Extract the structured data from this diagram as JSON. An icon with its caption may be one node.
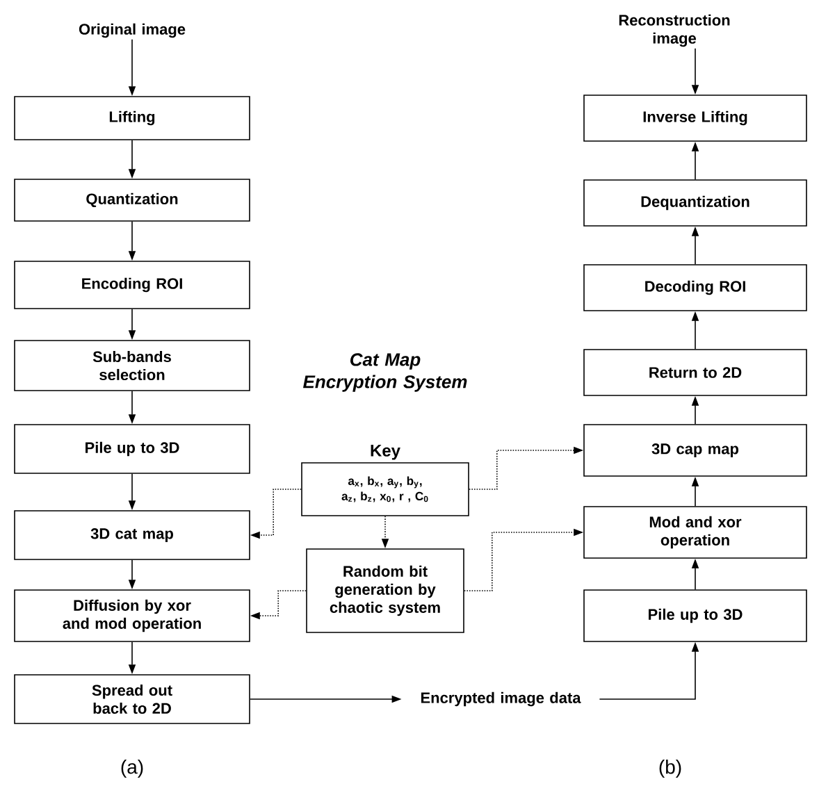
{
  "diagram": {
    "nodes": [
      {
        "text": [
          "Original image"
        ]
      },
      {
        "text": [
          "Lifting"
        ]
      },
      {
        "text": [
          "Quantization"
        ]
      },
      {
        "text": [
          "Encoding ROI"
        ]
      },
      {
        "text": [
          "Sub-bands selection"
        ]
      },
      {
        "text": [
          "Pile up to 3D"
        ]
      },
      {
        "text": [
          "3D cat map"
        ]
      },
      {
        "text": [
          "Diffusion by xor and mod operation"
        ]
      },
      {
        "text": [
          "Spread out back to 2D"
        ]
      },
      {
        "text": [
          "Key",
          "a$_{x}$, b$_{x}$, a$_{y}$, b$_{y}$, a$_{z}$, b$_{z}$, x$_{0}$, r , C$_{0}$"
        ]
      },
      {
        "text": [
          "Random bit generation by chaotic system"
        ]
      },
      {
        "text": [
          "Encrypted image data"
        ]
      },
      {
        "text": [
          "Reconstruction image"
        ]
      },
      {
        "text": [
          "Inverse Lifting"
        ]
      },
      {
        "text": [
          "Dequantization"
        ]
      },
      {
        "text": [
          "Decoding ROI"
        ]
      },
      {
        "text": [
          "Return to 2D"
        ]
      },
      {
        "text": [
          "3D cap map"
        ]
      },
      {
        "text": [
          "Mod and xor operation"
        ]
      },
      {
        "text": [
          "Pile up to 3D"
        ]
      }
    ],
    "edges": [
      {
        "from": 0,
        "to": 1,
        "arrow": "to"
      },
      {
        "from": 1,
        "to": 2,
        "arrow": "to"
      },
      {
        "from": 2,
        "to": 3,
        "arrow": "to"
      },
      {
        "from": 3,
        "to": 4,
        "arrow": "to"
      },
      {
        "from": 4,
        "to": 5,
        "arrow": "to"
      },
      {
        "from": 5,
        "to": 6,
        "arrow": "to"
      },
      {
        "from": 6,
        "to": 7,
        "arrow": "to"
      },
      {
        "from": 7,
        "to": 8,
        "arrow": "to"
      },
      {
        "from": 9,
        "to": 6,
        "arrow": "to",
        "style": "dashed"
      },
      {
        "from": 9,
        "to": 10,
        "arrow": "to",
        "style": "dashed"
      },
      {
        "from": 10,
        "to": 7,
        "arrow": "to",
        "style": "dashed"
      },
      {
        "from": 9,
        "to": 17,
        "arrow": "to",
        "style": "dashed"
      },
      {
        "from": 10,
        "to": 18,
        "arrow": "to",
        "style": "dashed"
      },
      {
        "from": 8,
        "to": 11,
        "arrow": "to"
      },
      {
        "from": 11,
        "to": 19,
        "arrow": "to"
      },
      {
        "from": 19,
        "to": 18,
        "arrow": "to"
      },
      {
        "from": 18,
        "to": 17,
        "arrow": "to"
      },
      {
        "from": 17,
        "to": 16,
        "arrow": "to"
      },
      {
        "from": 16,
        "to": 15,
        "arrow": "to"
      },
      {
        "from": 15,
        "to": 14,
        "arrow": "to"
      },
      {
        "from": 14,
        "to": 13,
        "arrow": "to"
      },
      {
        "from": 12,
        "to": 13,
        "arrow": "to"
      }
    ],
    "labels": [
      "Cat Map Encryption System",
      "(a)",
      "(b)"
    ]
  }
}
